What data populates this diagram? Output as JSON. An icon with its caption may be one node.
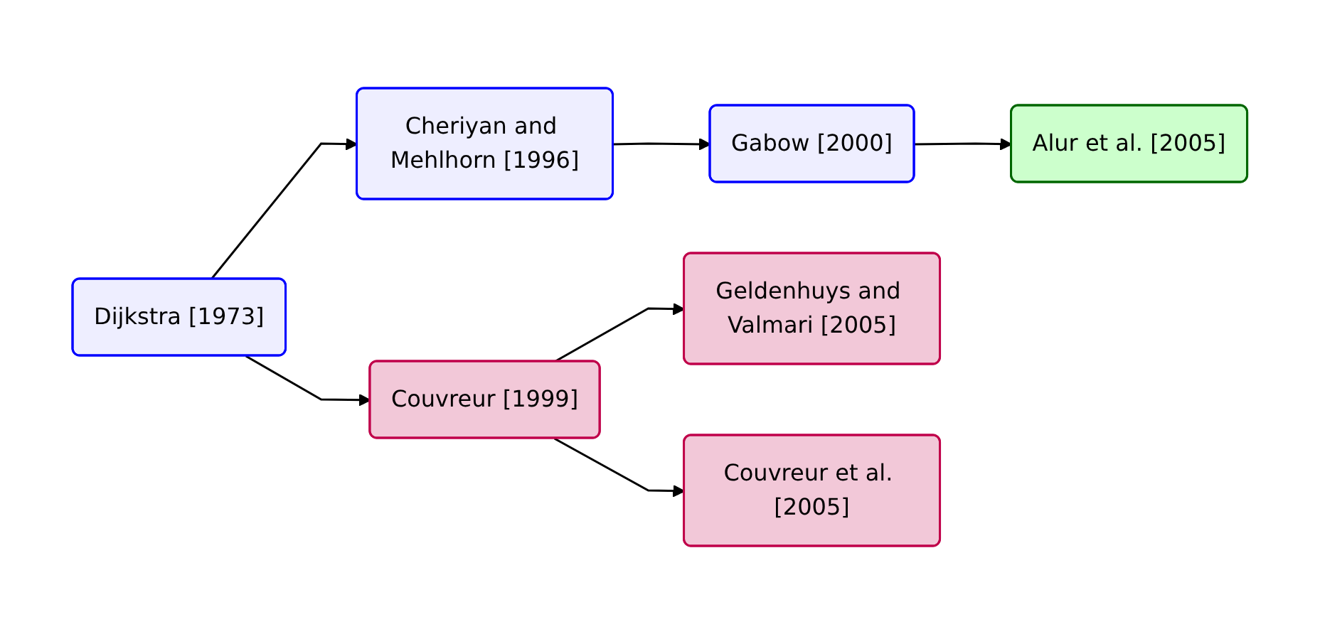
{
  "diagram": {
    "nodes": [
      {
        "text": [
          "Cheriyan and Mehlhorn [1996]"
        ]
      },
      {
        "text": [
          "Gabow [2000]"
        ]
      },
      {
        "text": [
          "Alur et al. [2005]"
        ]
      },
      {
        "text": [
          "Geldenhuys and Valmari [2005]"
        ]
      },
      {
        "text": [
          "Dijkstra [1973]"
        ]
      },
      {
        "text": [
          "Couvreur [1999]"
        ]
      },
      {
        "text": [
          "Couvreur et al. [2005]"
        ]
      }
    ],
    "edges": [
      {
        "from": 4,
        "to": 0,
        "arrow": "to"
      },
      {
        "from": 0,
        "to": 1,
        "arrow": "to"
      },
      {
        "from": 1,
        "to": 2,
        "arrow": "to"
      },
      {
        "from": 4,
        "to": 5,
        "arrow": "to"
      },
      {
        "from": 5,
        "to": 3,
        "arrow": "to"
      },
      {
        "from": 5,
        "to": 6,
        "arrow": "to"
      }
    ]
  }
}
